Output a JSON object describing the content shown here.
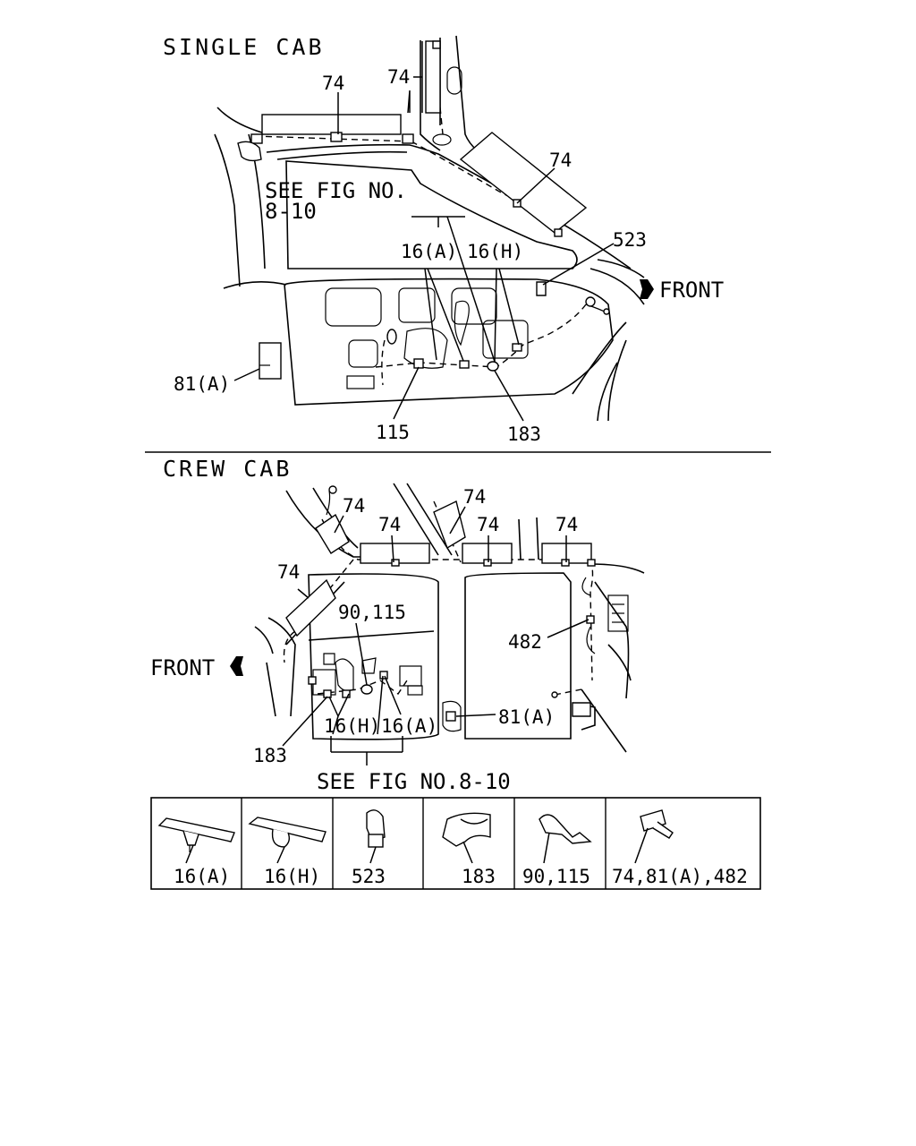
{
  "single_cab": {
    "title": "SINGLE CAB",
    "see_fig_line1": "SEE FIG NO.",
    "see_fig_line2": "8-10",
    "front": "FRONT",
    "callouts": {
      "c74_top": "74",
      "c74_pillar": "74",
      "c74_right": "74",
      "c523": "523",
      "c16a": "16(A)",
      "c16h": "16(H)",
      "c81a": "81(A)",
      "c115": "115",
      "c183": "183"
    }
  },
  "crew_cab": {
    "title": "CREW CAB",
    "front": "FRONT",
    "see_fig": "SEE FIG NO.8-10",
    "callouts": {
      "c74_a": "74",
      "c74_b": "74",
      "c74_c": "74",
      "c74_d": "74",
      "c74_e": "74",
      "c74_f": "74",
      "c90_115": "90,115",
      "c482": "482",
      "c81a": "81(A)",
      "c16h": "16(H)",
      "c16a": "16(A)",
      "c183": "183"
    }
  },
  "legend": {
    "items": [
      {
        "label": "16(A)",
        "icon": "clip-16a-icon"
      },
      {
        "label": "16(H)",
        "icon": "clip-16h-icon"
      },
      {
        "label": "523",
        "icon": "clip-523-icon"
      },
      {
        "label": "183",
        "icon": "clip-183-icon"
      },
      {
        "label": "90,115",
        "icon": "clip-90-115-icon"
      },
      {
        "label": "74,81(A),482",
        "icon": "clip-74-81a-482-icon"
      }
    ]
  }
}
